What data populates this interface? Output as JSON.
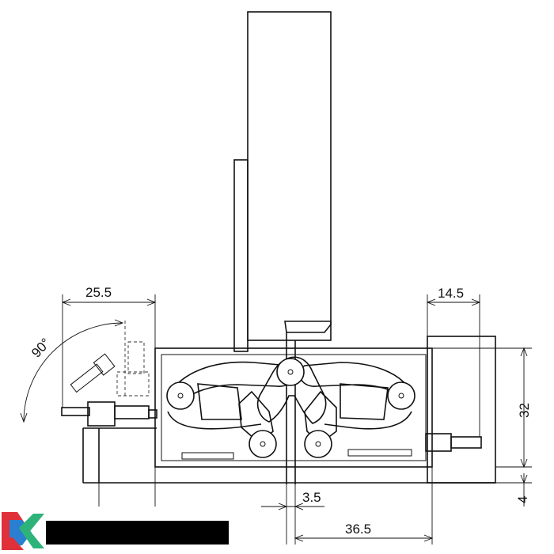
{
  "dimensions": {
    "door_gap_offset": "25.5",
    "frame_offset": "14.5",
    "opening_angle": "90°",
    "body_height": "32",
    "frame_depth": "4",
    "gap": "3.5",
    "body_depth": "36.5"
  },
  "colors": {
    "line": "#111111",
    "background": "#ffffff",
    "logo_red": "#e0303a",
    "logo_blue": "#2a7fd0",
    "logo_green": "#2db37a",
    "logo_bar": "#000000"
  },
  "icons": {
    "logo": "brand-logo-icon"
  }
}
